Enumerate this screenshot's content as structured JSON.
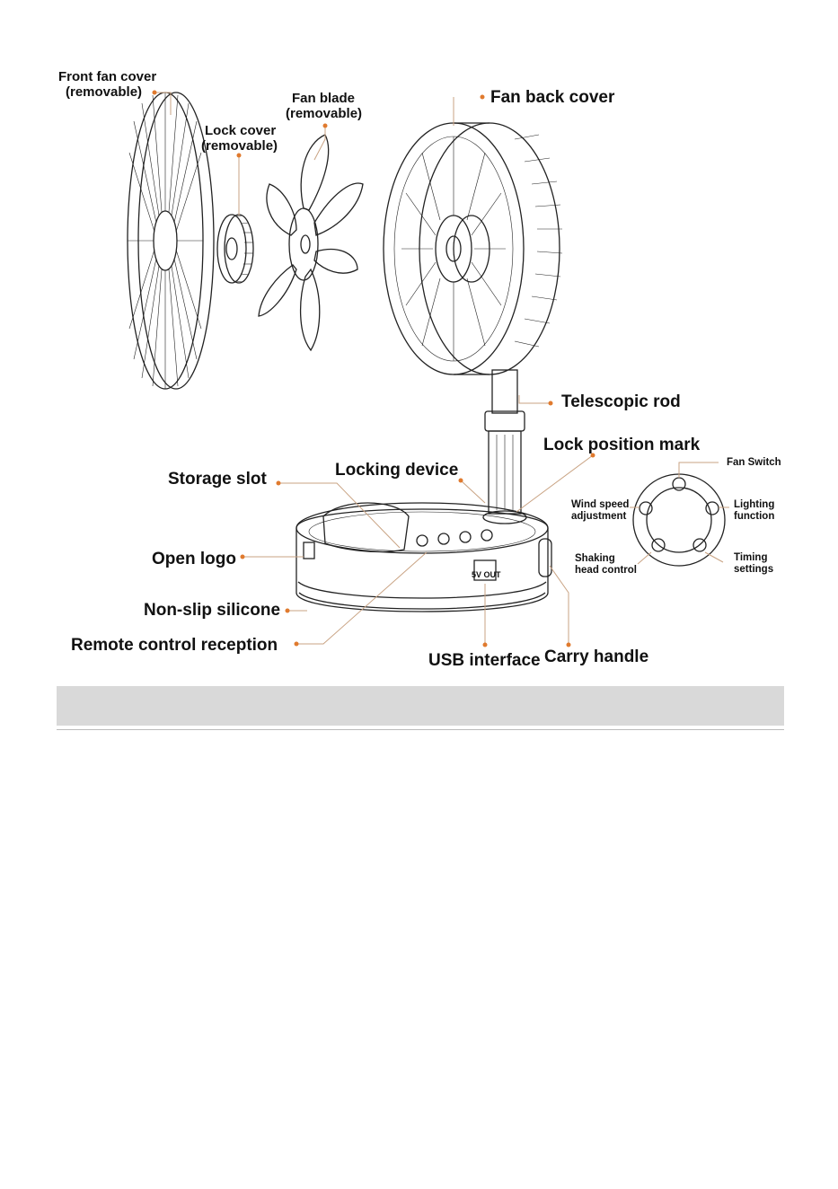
{
  "labels": {
    "front_fan_cover": "Front fan cover",
    "front_fan_cover_note": "(removable)",
    "lock_cover": "Lock cover",
    "lock_cover_note": "(removable)",
    "fan_blade": "Fan blade",
    "fan_blade_note": "(removable)",
    "fan_back_cover": "Fan back cover",
    "telescopic_rod": "Telescopic rod",
    "lock_position_mark": "Lock position mark",
    "storage_slot": "Storage slot",
    "locking_device": "Locking device",
    "open_logo": "Open logo",
    "non_slip_silicone": "Non-slip silicone",
    "remote_control_reception": "Remote control reception",
    "usb_interface": "USB interface",
    "carry_handle": "Carry handle",
    "usb_port_marking": "5V OUT"
  },
  "control_panel": {
    "fan_switch": "Fan Switch",
    "wind_speed_1": "Wind speed",
    "wind_speed_2": "adjustment",
    "lighting_1": "Lighting",
    "lighting_2": "function",
    "shaking_1": "Shaking",
    "shaking_2": "head control",
    "timing_1": "Timing",
    "timing_2": "settings"
  },
  "colors": {
    "leader": "#c9a383",
    "dot": "#e07a2e",
    "bar": "#d9d9d9"
  }
}
